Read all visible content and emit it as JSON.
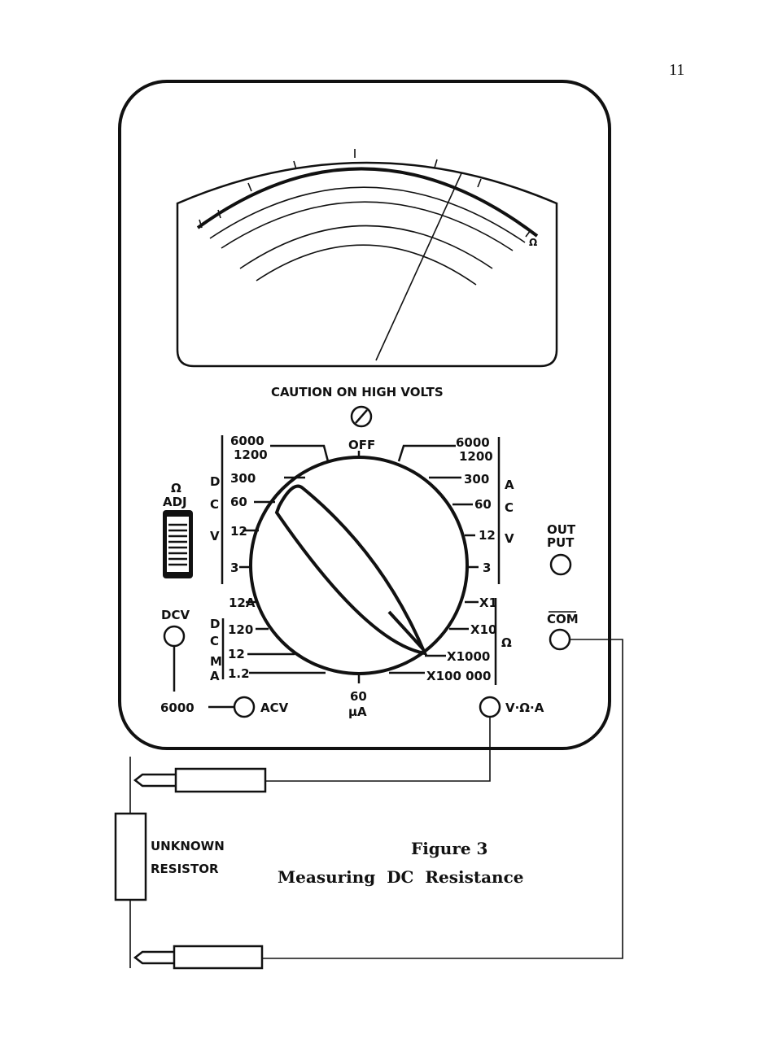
{
  "page_number": "11",
  "meter": {
    "caution": "CAUTION ON HIGH VOLTS",
    "ohm_adj": [
      "Ω",
      "ADJ"
    ],
    "dial": {
      "off": "OFF",
      "dcv_group": [
        "D",
        "C",
        "V"
      ],
      "dcv": [
        "6000",
        "1200",
        "300",
        "60",
        "12",
        "3"
      ],
      "acv_group": [
        "A",
        "C",
        "V"
      ],
      "acv": [
        "6000",
        "1200",
        "300",
        "60",
        "12",
        "3"
      ],
      "dcma_group": [
        "D",
        "C",
        "M",
        "A"
      ],
      "dcma": [
        "12A",
        "120",
        "12",
        "1.2"
      ],
      "ohm_group": "Ω",
      "ohm": [
        "X1",
        "X10",
        "X1000",
        "X100 000"
      ],
      "ua": [
        "60",
        "µA"
      ]
    },
    "jacks": {
      "output": [
        "OUT",
        "PUT"
      ],
      "com": "COM",
      "dcv": "DCV",
      "v6000": "6000",
      "acv": "ACV",
      "vohma": "V·Ω·A"
    }
  },
  "resistor_label": [
    "UNKNOWN",
    "RESISTOR"
  ],
  "caption": {
    "figure": "Figure 3",
    "title": "Measuring  DC  Resistance"
  }
}
